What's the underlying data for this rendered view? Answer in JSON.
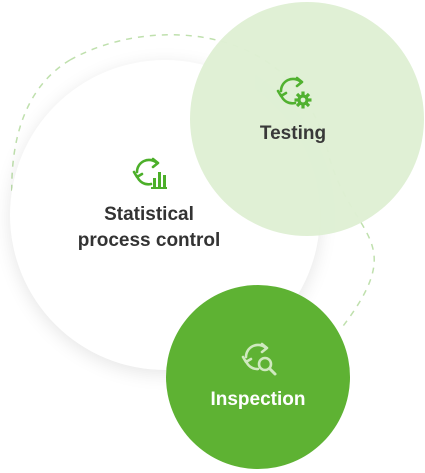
{
  "nodes": {
    "spc": {
      "label_line1": "Statistical",
      "label_line2": "process control",
      "icon": "refresh-bar-chart-icon"
    },
    "testing": {
      "label": "Testing",
      "icon": "refresh-gear-icon"
    },
    "inspection": {
      "label": "Inspection",
      "icon": "refresh-magnifier-icon"
    }
  },
  "colors": {
    "accent_green": "#5eb233",
    "light_green": "#dff0d4",
    "icon_green": "#4caf2a",
    "text_dark": "#333333"
  }
}
